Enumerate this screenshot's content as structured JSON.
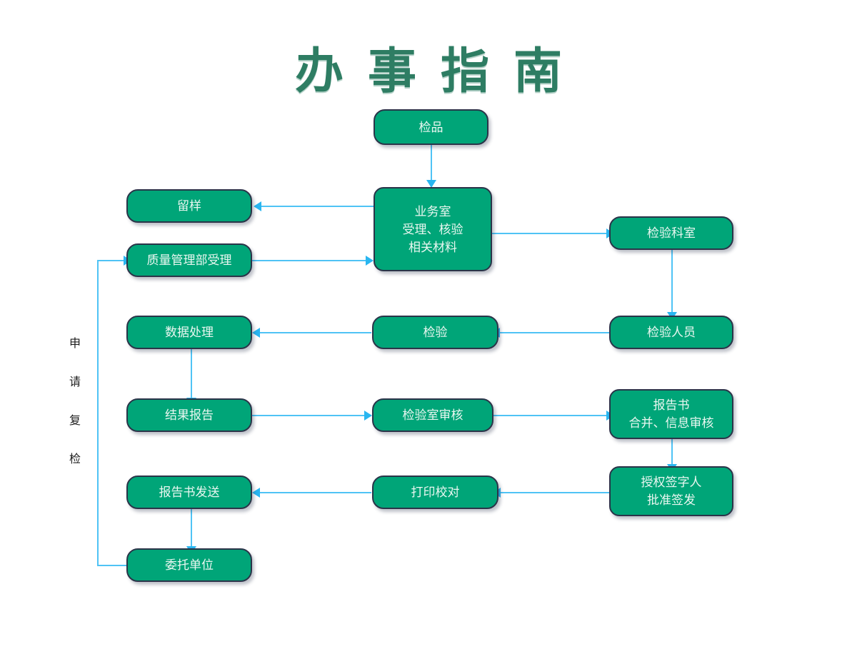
{
  "page": {
    "title": "办事指南",
    "background_color": "#ffffff",
    "title_color": "#2E7D63"
  },
  "theme": {
    "node_fill": "#00A578",
    "node_border": "#2B3449",
    "node_text": "#EAF7F1",
    "connector": "#4FC3F5",
    "arrowhead": "#29B6F0"
  },
  "side_label": {
    "name": "apply-for-reinspection",
    "chars": [
      "申",
      "请",
      "复",
      "检"
    ],
    "text": "申请复检"
  },
  "chart_data": {
    "type": "diagram",
    "title": "办事指南",
    "nodes": [
      {
        "id": "sample",
        "label": "检品",
        "lines": [
          "检品"
        ]
      },
      {
        "id": "business-office",
        "label": "业务室 受理、核验 相关材料",
        "lines": [
          "业务室",
          "受理、核验",
          "相关材料"
        ]
      },
      {
        "id": "retain-sample",
        "label": "留样",
        "lines": [
          "留样"
        ]
      },
      {
        "id": "qm-accept",
        "label": "质量管理部受理",
        "lines": [
          "质量管理部受理"
        ]
      },
      {
        "id": "inspect-dept",
        "label": "检验科室",
        "lines": [
          "检验科室"
        ]
      },
      {
        "id": "inspector",
        "label": "检验人员",
        "lines": [
          "检验人员"
        ]
      },
      {
        "id": "inspection",
        "label": "检验",
        "lines": [
          "检验"
        ]
      },
      {
        "id": "data-process",
        "label": "数据处理",
        "lines": [
          "数据处理"
        ]
      },
      {
        "id": "result-report",
        "label": "结果报告",
        "lines": [
          "结果报告"
        ]
      },
      {
        "id": "lab-review",
        "label": "检验室审核",
        "lines": [
          "检验室审核"
        ]
      },
      {
        "id": "report-merge",
        "label": "报告书 合并、信息审核",
        "lines": [
          "报告书",
          "合并、信息审核"
        ]
      },
      {
        "id": "authorized-signer",
        "label": "授权签字人 批准签发",
        "lines": [
          "授权签字人",
          "批准签发"
        ]
      },
      {
        "id": "print-proof",
        "label": "打印校对",
        "lines": [
          "打印校对"
        ]
      },
      {
        "id": "report-send",
        "label": "报告书发送",
        "lines": [
          "报告书发送"
        ]
      },
      {
        "id": "client-unit",
        "label": "委托单位",
        "lines": [
          "委托单位"
        ]
      }
    ],
    "edges": [
      {
        "from": "sample",
        "to": "business-office",
        "label": ""
      },
      {
        "from": "business-office",
        "to": "retain-sample",
        "label": ""
      },
      {
        "from": "qm-accept",
        "to": "business-office",
        "label": ""
      },
      {
        "from": "business-office",
        "to": "inspect-dept",
        "label": ""
      },
      {
        "from": "inspect-dept",
        "to": "inspector",
        "label": ""
      },
      {
        "from": "inspector",
        "to": "inspection",
        "label": ""
      },
      {
        "from": "inspection",
        "to": "data-process",
        "label": ""
      },
      {
        "from": "data-process",
        "to": "result-report",
        "label": ""
      },
      {
        "from": "result-report",
        "to": "lab-review",
        "label": ""
      },
      {
        "from": "lab-review",
        "to": "report-merge",
        "label": ""
      },
      {
        "from": "report-merge",
        "to": "authorized-signer",
        "label": ""
      },
      {
        "from": "authorized-signer",
        "to": "print-proof",
        "label": ""
      },
      {
        "from": "print-proof",
        "to": "report-send",
        "label": ""
      },
      {
        "from": "report-send",
        "to": "client-unit",
        "label": ""
      },
      {
        "from": "client-unit",
        "to": "qm-accept",
        "label": "申请复检"
      }
    ]
  }
}
